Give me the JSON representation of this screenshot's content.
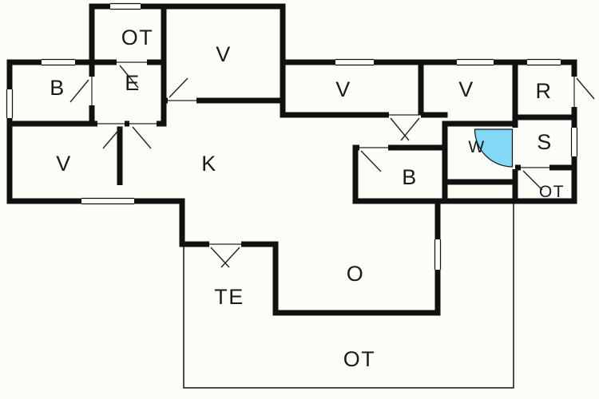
{
  "plan": {
    "type": "residential-floor-plan",
    "colors": {
      "wall": "#111111",
      "label": "#1a1a1a",
      "door_swing_fill": "#82d9f6",
      "background": "#fdfdf8"
    },
    "rooms": [
      {
        "id": "ot-top",
        "label": "OT"
      },
      {
        "id": "v-top",
        "label": "V"
      },
      {
        "id": "b-left",
        "label": "B"
      },
      {
        "id": "e",
        "label": "E"
      },
      {
        "id": "v-left",
        "label": "V"
      },
      {
        "id": "k",
        "label": "K"
      },
      {
        "id": "v-mid",
        "label": "V"
      },
      {
        "id": "v-right",
        "label": "V"
      },
      {
        "id": "r",
        "label": "R"
      },
      {
        "id": "s",
        "label": "S"
      },
      {
        "id": "w",
        "label": "W"
      },
      {
        "id": "b-right",
        "label": "B"
      },
      {
        "id": "ot-right",
        "label": "OT"
      },
      {
        "id": "te",
        "label": "TE"
      },
      {
        "id": "o",
        "label": "O"
      },
      {
        "id": "ot-bottom",
        "label": "OT"
      }
    ]
  }
}
